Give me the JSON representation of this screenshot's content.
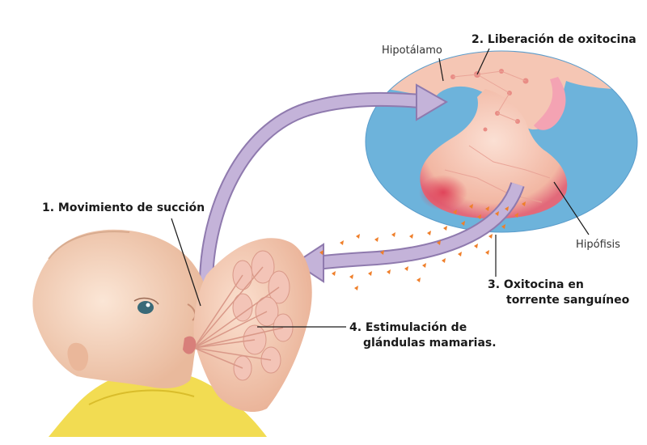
{
  "labels": {
    "hypothalamus": "Hipotálamo",
    "step2": "2. Liberación de oxitocina",
    "step1": "1. Movimiento de succión",
    "pituitary": "Hipófisis",
    "step3_line1": "3. Oxitocina en",
    "step3_line2": "torrente sanguíneo",
    "step4_line1": "4. Estimulación de",
    "step4_line2": "glándulas mamarias."
  },
  "colors": {
    "arrow_fill": "#c4b3d9",
    "arrow_stroke": "#8f7aae",
    "blood_background": "#6db3db",
    "gland_tissue": "#f5c9b5",
    "oxytocin_particles": "#ef7f2a",
    "skin": "#f7d8c3",
    "blanket": "#f2dc52"
  }
}
